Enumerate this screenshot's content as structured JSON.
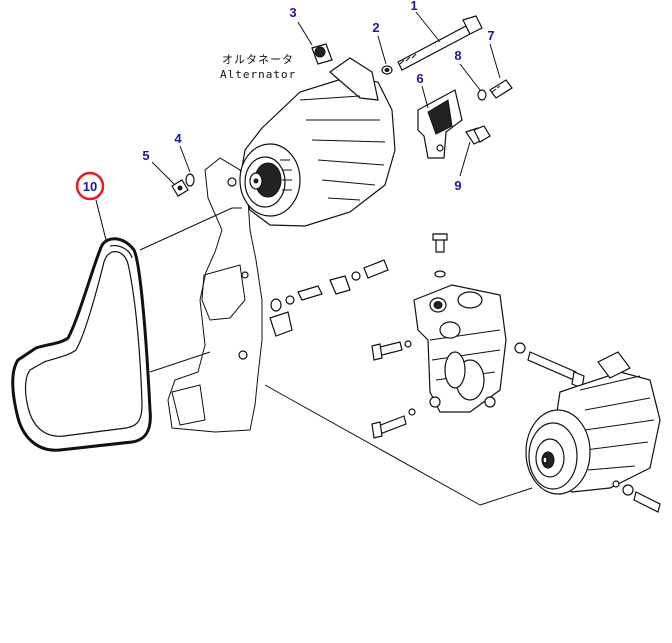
{
  "diagram": {
    "annotation": {
      "japanese": "オルタネータ",
      "english": "Alternator"
    },
    "callouts": [
      {
        "id": "c1",
        "label": "1"
      },
      {
        "id": "c2",
        "label": "2"
      },
      {
        "id": "c3",
        "label": "3"
      },
      {
        "id": "c4",
        "label": "4"
      },
      {
        "id": "c5",
        "label": "5"
      },
      {
        "id": "c6",
        "label": "6"
      },
      {
        "id": "c7",
        "label": "7"
      },
      {
        "id": "c8",
        "label": "8"
      },
      {
        "id": "c9",
        "label": "9"
      },
      {
        "id": "c10",
        "label": "10"
      }
    ],
    "highlight_color": "#e02020",
    "callout_color": "#1a1a9e"
  }
}
